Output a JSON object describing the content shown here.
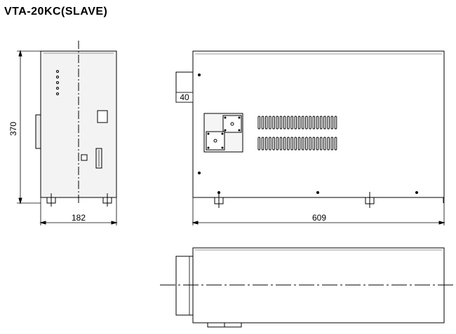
{
  "title": "VTA-20KC(SLAVE)",
  "dimensions": {
    "height": "370",
    "width": "182",
    "length": "609",
    "protrusion": "40"
  }
}
